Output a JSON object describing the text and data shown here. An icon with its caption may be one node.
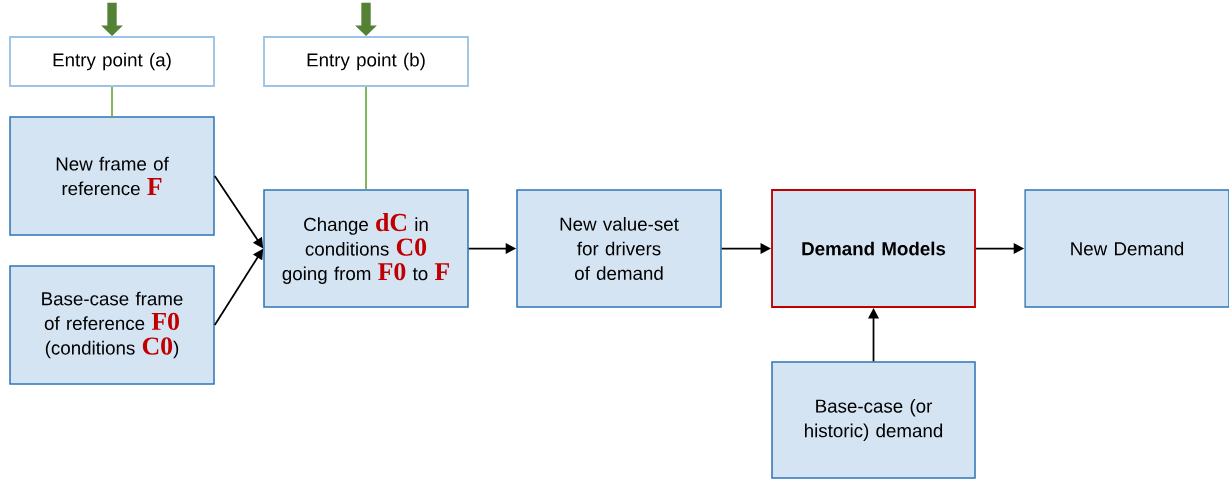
{
  "diagram": {
    "nodes": [
      {
        "text": [
          "Entry point (a)"
        ]
      },
      {
        "text": [
          "Entry point (b)"
        ]
      },
      {
        "text": [
          "New frame of reference **F**"
        ]
      },
      {
        "text": [
          "Base-case frame of reference **F0** (conditions **C0**)"
        ]
      },
      {
        "text": [
          "Change **dC** in conditions **C0** going from **F0** to **F**"
        ]
      },
      {
        "text": [
          "New value-set for drivers of demand"
        ]
      },
      {
        "text": [
          "Demand Models"
        ]
      },
      {
        "text": [
          "New Demand"
        ]
      },
      {
        "text": [
          "Base-case (or historic) demand"
        ]
      }
    ],
    "edges": [
      {
        "from": null,
        "to": 0,
        "arrow": "to",
        "style": "thick",
        "color": "#548235"
      },
      {
        "from": null,
        "to": 1,
        "arrow": "to",
        "style": "thick",
        "color": "#548235"
      },
      {
        "from": 0,
        "to": 2,
        "arrow": "none",
        "color": "#70ad47"
      },
      {
        "from": 1,
        "to": 4,
        "arrow": "none",
        "color": "#70ad47"
      },
      {
        "from": 2,
        "to": 4,
        "arrow": "to"
      },
      {
        "from": 3,
        "to": 4,
        "arrow": "to"
      },
      {
        "from": 4,
        "to": 5,
        "arrow": "to"
      },
      {
        "from": 5,
        "to": 6,
        "arrow": "to"
      },
      {
        "from": 6,
        "to": 7,
        "arrow": "to"
      },
      {
        "from": 8,
        "to": 6,
        "arrow": "to"
      }
    ]
  }
}
